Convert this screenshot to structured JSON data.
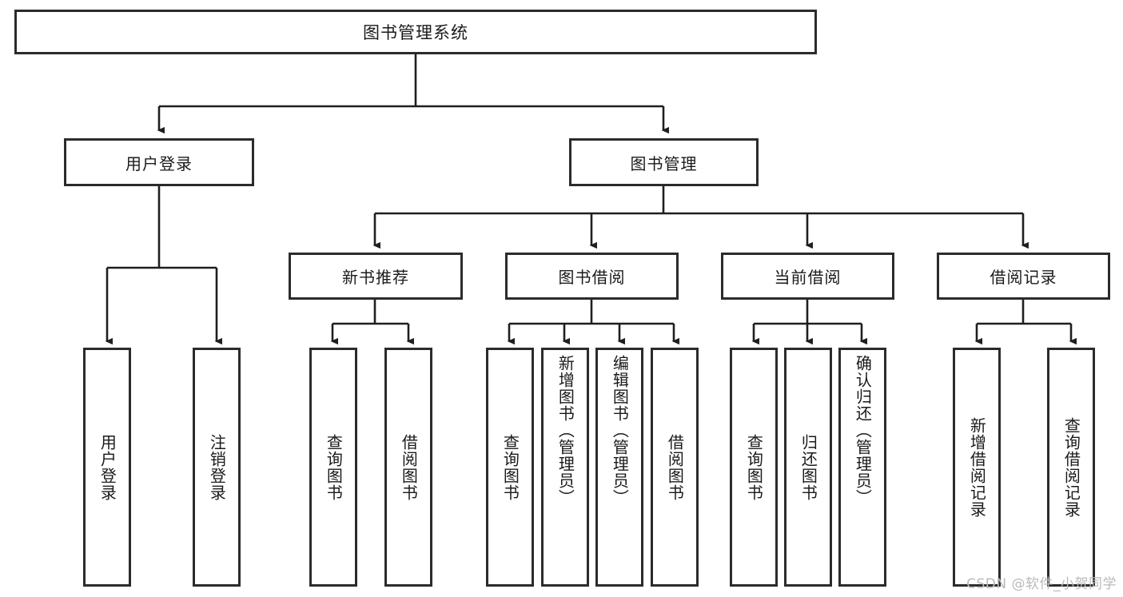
{
  "diagram": {
    "title": "图书管理系统",
    "type": "tree-hierarchy-chart",
    "root": {
      "label": "图书管理系统"
    },
    "level1": [
      {
        "label": "用户登录"
      },
      {
        "label": "图书管理"
      }
    ],
    "level2": [
      {
        "label": "新书推荐"
      },
      {
        "label": "图书借阅"
      },
      {
        "label": "当前借阅"
      },
      {
        "label": "借阅记录"
      }
    ],
    "leaves": {
      "user_login": [
        {
          "label": "用户登录"
        },
        {
          "label": "注销登录"
        }
      ],
      "new_book_recommend": [
        {
          "label": "查询图书"
        },
        {
          "label": "借阅图书"
        }
      ],
      "book_borrow": [
        {
          "label": "查询图书"
        },
        {
          "label": "新增图书（管理员）"
        },
        {
          "label": "编辑图书（管理员）"
        },
        {
          "label": "借阅图书"
        }
      ],
      "current_borrow": [
        {
          "label": "查询图书"
        },
        {
          "label": "归还图书"
        },
        {
          "label": "确认归还（管理员）"
        }
      ],
      "borrow_record": [
        {
          "label": "新增借阅记录"
        },
        {
          "label": "查询借阅记录"
        }
      ]
    }
  },
  "watermark": {
    "text": "CSDN @软件_小贺同学"
  },
  "colors": {
    "box_border": "#2b2b2b",
    "box_fill": "#ffffff",
    "connector": "#1f1f1f",
    "text": "#1a1a1a",
    "watermark": "#b9b9b9",
    "background": "#ffffff"
  }
}
